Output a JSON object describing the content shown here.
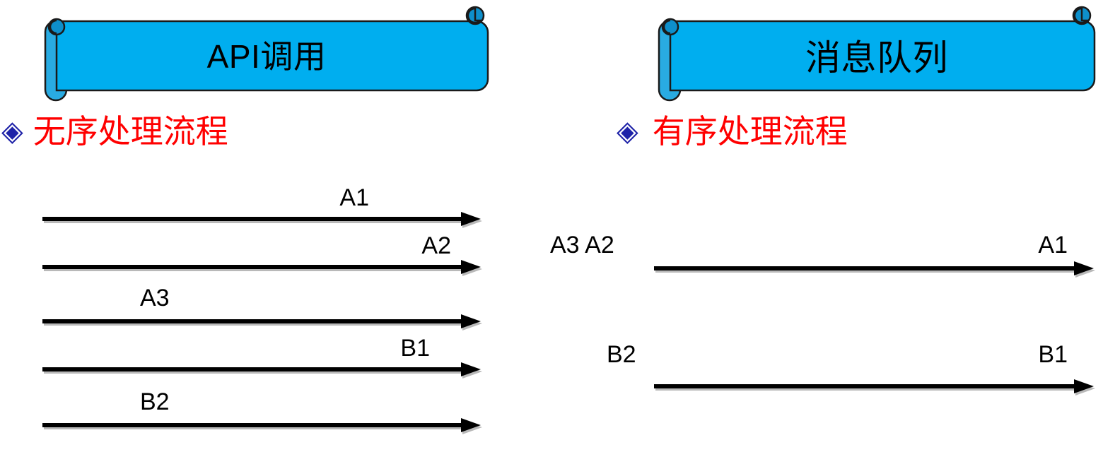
{
  "slide": {
    "background_color": "#FFFFFF",
    "banner_fill_color": "#00AEEF",
    "banner_curl_color": "#0E8FCB",
    "banner_outline_color": "#1A1A1A",
    "heading_text_color": "#FF0000",
    "bullet_color": "#1F23A8",
    "arrow_color": "#000000"
  },
  "panels": [
    {
      "id": "left",
      "banner": {
        "title": "API调用"
      },
      "heading": {
        "bullet": "◈",
        "text": "无序处理流程"
      },
      "arrows": [
        {
          "label": "A1",
          "label_align": "right"
        },
        {
          "label": "A2",
          "label_align": "right"
        },
        {
          "label": "A3",
          "label_align": "left"
        },
        {
          "label": "B1",
          "label_align": "right"
        },
        {
          "label": "B2",
          "label_align": "left"
        }
      ]
    },
    {
      "id": "right",
      "banner": {
        "title": "消息队列"
      },
      "heading": {
        "bullet": "◈",
        "text": "有序处理流程"
      },
      "arrows": [
        {
          "queued_labels": "A3  A2",
          "label": "A1",
          "label_align": "right"
        },
        {
          "queued_labels": "B2",
          "label": "B1",
          "label_align": "right"
        }
      ]
    }
  ]
}
